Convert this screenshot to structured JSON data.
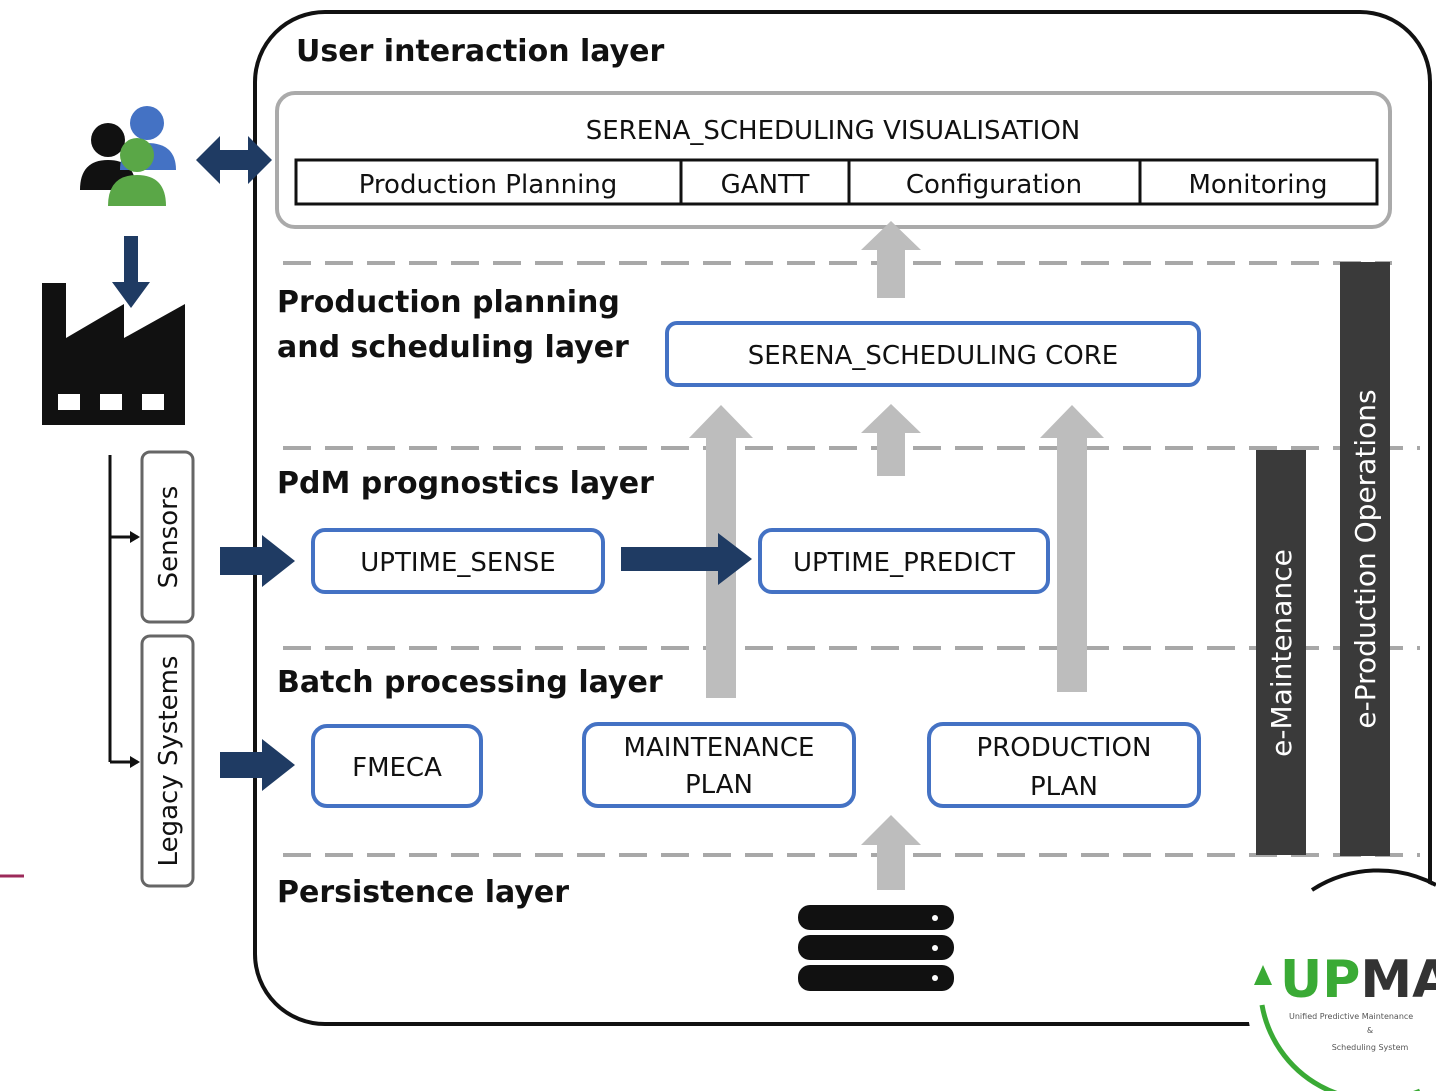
{
  "layers": {
    "user_interaction": "User interaction layer",
    "planning_line1": "Production planning",
    "planning_line2": "and scheduling layer",
    "pdm": "PdM prognostics layer",
    "batch": "Batch processing layer",
    "persistence": "Persistence layer"
  },
  "visualisation": {
    "title": "SERENA_SCHEDULING VISUALISATION",
    "tabs": [
      "Production Planning",
      "GANTT",
      "Configuration",
      "Monitoring"
    ]
  },
  "modules": {
    "core": "SERENA_SCHEDULING CORE",
    "sense": "UPTIME_SENSE",
    "predict": "UPTIME_PREDICT",
    "fmeca": "FMECA",
    "maintenance_line1": "MAINTENANCE",
    "maintenance_line2": "PLAN",
    "production_line1": "PRODUCTION",
    "production_line2": "PLAN"
  },
  "side_bars": {
    "e_maintenance": "e-Maintenance",
    "e_production": "e-Production Operations"
  },
  "sources": {
    "sensors": "Sensors",
    "legacy": "Legacy Systems"
  },
  "logo": {
    "name": "UPMASS",
    "subtitle_line1": "Unified Predictive Maintenance",
    "subtitle_line2": "&",
    "subtitle_line3": "Scheduling System"
  },
  "colors": {
    "module_border": "#4472c4",
    "dark_arrow": "#1f3b63",
    "gray_arrow": "#bdbdbd",
    "bar_fill": "#3a3a3a",
    "logo_green": "#3aaa35"
  }
}
